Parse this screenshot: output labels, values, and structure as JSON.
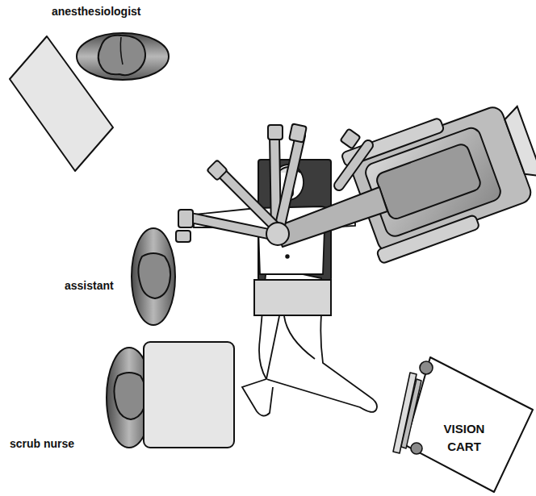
{
  "diagram": {
    "nodes": [
      {
        "text": [
          "VISION CART"
        ]
      }
    ],
    "labels": [
      "anesthesiologist",
      "assistant",
      "scrub nurse"
    ]
  }
}
